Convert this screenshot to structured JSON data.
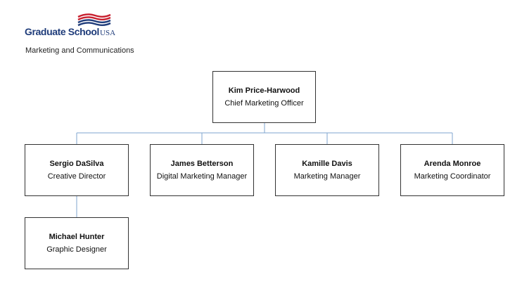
{
  "logo": {
    "text_main": "Graduate School",
    "text_suffix": "USA",
    "colors": {
      "blue": "#1f3c7a",
      "red": "#c8202f"
    }
  },
  "department": "Marketing and Communications",
  "org": {
    "line_color": "#7fa6cf",
    "border_color": "#333333",
    "root": {
      "name": "Kim Price-Harwood",
      "role": "Chief Marketing Officer"
    },
    "reports": [
      {
        "name": "Sergio DaSilva",
        "role": "Creative Director"
      },
      {
        "name": "James Betterson",
        "role": "Digital Marketing Manager"
      },
      {
        "name": "Kamille Davis",
        "role": "Marketing Manager"
      },
      {
        "name": "Arenda Monroe",
        "role": "Marketing Coordinator"
      }
    ],
    "sub_reports": [
      {
        "name": "Michael Hunter",
        "role": "Graphic Designer",
        "reports_to": "Sergio DaSilva"
      }
    ]
  }
}
